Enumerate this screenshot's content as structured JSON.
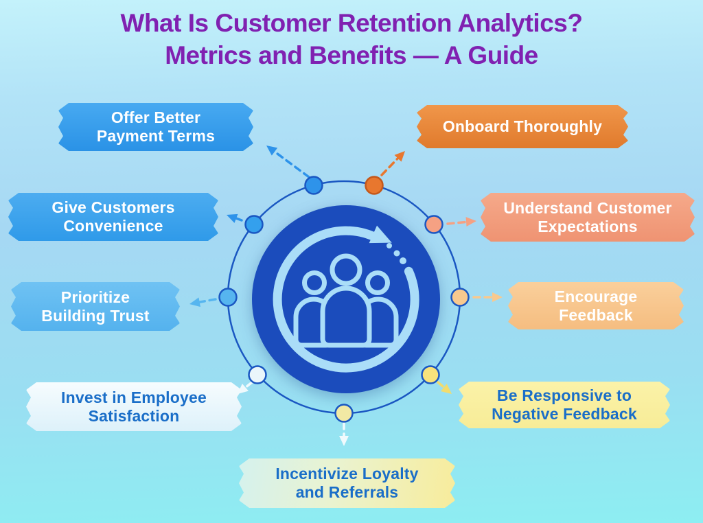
{
  "meta": {
    "type": "infographic",
    "background_gradient": [
      "#C4F2FB",
      "#A6D8F3",
      "#8DEEF2"
    ]
  },
  "title": {
    "line1": "What Is Customer Retention Analytics?",
    "line2": "Metrics and Benefits — A Guide",
    "color": "#8021B1"
  },
  "center": {
    "icon": "people-cycle-icon",
    "circle_color": "#1B4CBC",
    "glyph_color": "#AADDF8",
    "orbit_color": "#1A57C2"
  },
  "boxes": [
    {
      "id": "offer-better-payment-terms",
      "label": "Offer Better Payment Terms",
      "bg": "#35A0EC",
      "text_color": "#FFFFFF",
      "position": "top-left"
    },
    {
      "id": "onboard-thoroughly",
      "label": "Onboard Thoroughly",
      "bg": "#E9893B",
      "text_color": "#FFFFFF",
      "position": "top-right"
    },
    {
      "id": "give-customers-convenience",
      "label": "Give Customers Convenience",
      "bg": "#3BA5EE",
      "text_color": "#FFFFFF",
      "position": "upper-left"
    },
    {
      "id": "understand-customer-expectations",
      "label": "Understand Customer Expectations",
      "bg": "#F29C7B",
      "text_color": "#FFFFFF",
      "position": "upper-right"
    },
    {
      "id": "prioritize-building-trust",
      "label": "Prioritize Building Trust",
      "bg": "#60BAF1",
      "text_color": "#FFFFFF",
      "position": "mid-left"
    },
    {
      "id": "encourage-feedback",
      "label": "Encourage Feedback",
      "bg": "#F8C88E",
      "text_color": "#FFFFFF",
      "position": "mid-right"
    },
    {
      "id": "invest-in-employee-satisfaction",
      "label": "Invest in Employee Satisfaction",
      "bg": "#E8F6FC",
      "text_color": "#1A6EC8",
      "position": "bottom-left"
    },
    {
      "id": "be-responsive-to-negative-feedback",
      "label": "Be Responsive to Negative Feedback",
      "bg": "#FAEF9F",
      "text_color": "#1A6EC8",
      "position": "bottom-right"
    },
    {
      "id": "incentivize-loyalty-and-referrals",
      "label": "Incentivize Loyalty and Referrals",
      "bg": "#D5F2EE → #F8EC9B",
      "text_color": "#1A6EC8",
      "position": "bottom"
    }
  ],
  "nodes": [
    {
      "color": "#2E93EA",
      "border": "#1A57C2"
    },
    {
      "color": "#E8772E",
      "border": "#C4581B"
    },
    {
      "color": "#34A0ED",
      "border": "#1A57C2"
    },
    {
      "color": "#F5A183",
      "border": "#1A57C2"
    },
    {
      "color": "#56B5EF",
      "border": "#1A57C2"
    },
    {
      "color": "#F8C98E",
      "border": "#1A57C2"
    },
    {
      "color": "#EAF6FB",
      "border": "#1A57C2"
    },
    {
      "color": "#F7E27C",
      "border": "#1A57C2"
    },
    {
      "color": "#F2E9A4",
      "border": "#1A57C2"
    }
  ],
  "arrows": [
    {
      "color": "#2E93EA"
    },
    {
      "color": "#E8772E"
    },
    {
      "color": "#2E93EA"
    },
    {
      "color": "#F5A183"
    },
    {
      "color": "#56B5EF"
    },
    {
      "color": "#F8C98E"
    },
    {
      "color": "#F0FAFD"
    },
    {
      "color": "#F2DC6E"
    },
    {
      "color": "#F0FAFD"
    }
  ]
}
